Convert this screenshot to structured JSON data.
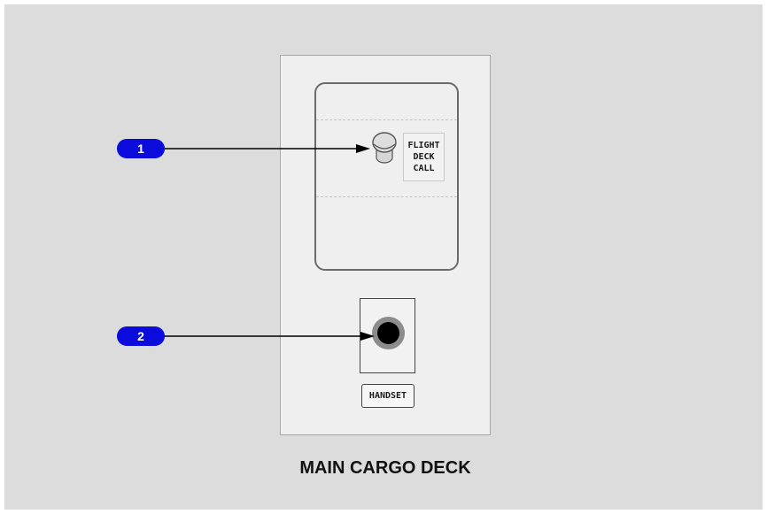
{
  "panel": {
    "button_label": "FLIGHT\nDECK\nCALL",
    "jack_label": "HANDSET"
  },
  "caption": "MAIN CARGO DECK",
  "callouts": [
    {
      "number": "1",
      "target": "flight-deck-call-button"
    },
    {
      "number": "2",
      "target": "handset-jack"
    }
  ],
  "colors": {
    "callout_badge": "#0b0bdc",
    "background": "#dcdcdc",
    "panel": "#efefef"
  }
}
